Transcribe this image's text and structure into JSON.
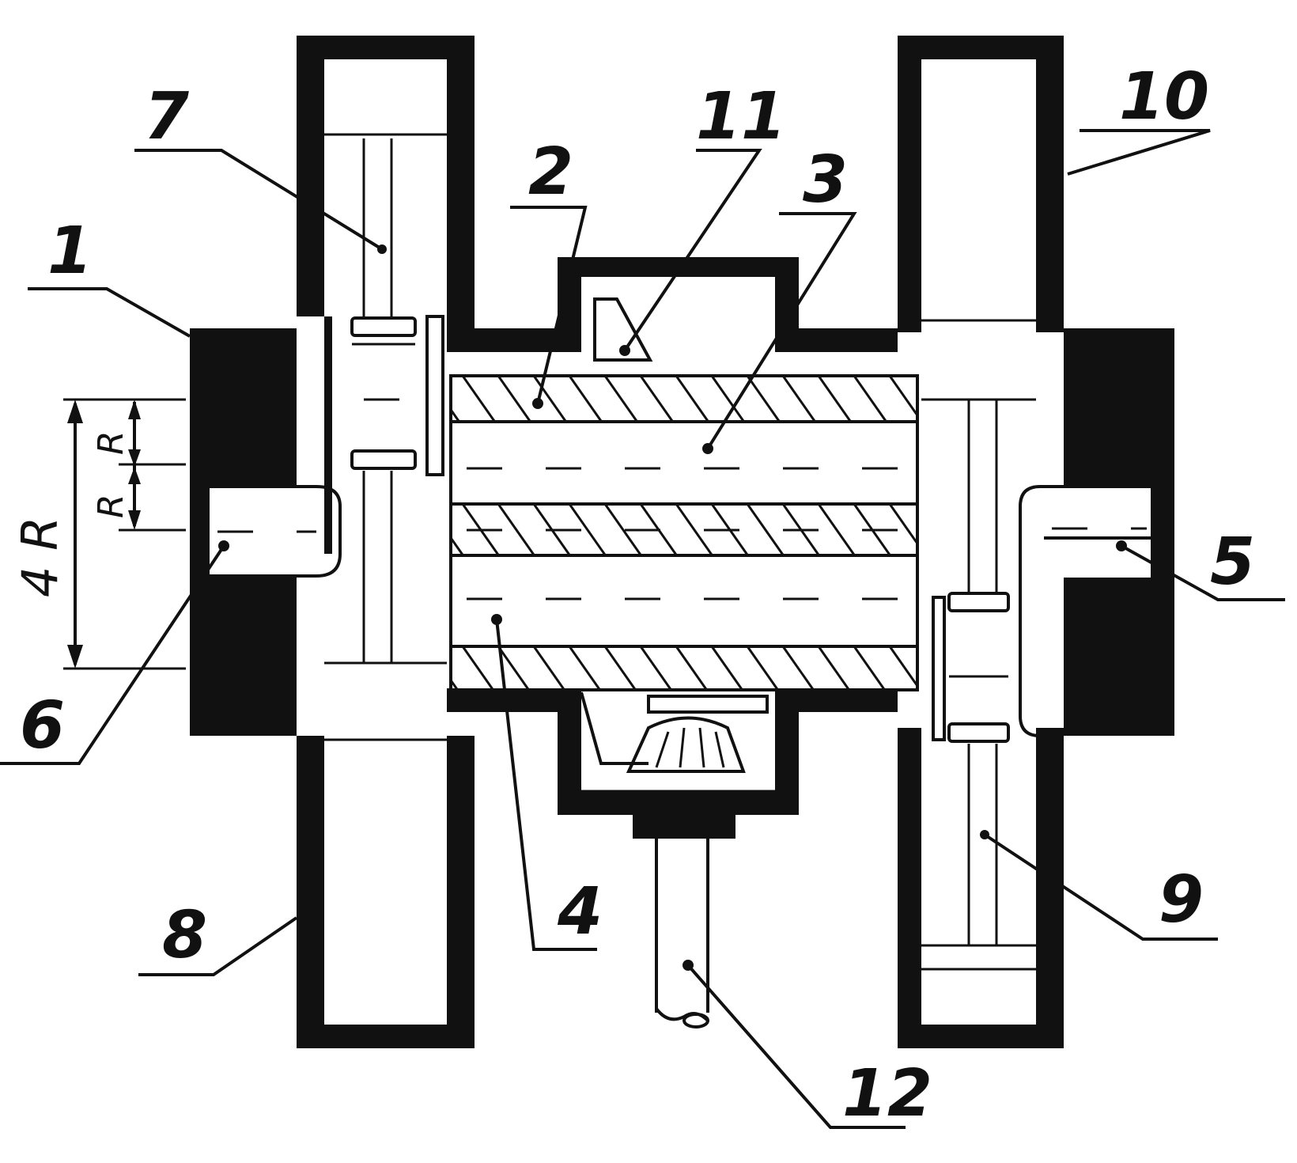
{
  "colors": {
    "ink": "#111111",
    "paper": "#ffffff"
  },
  "labels": {
    "l1": "1",
    "l2": "2",
    "l3": "3",
    "l4": "4",
    "l5": "5",
    "l6": "6",
    "l7": "7",
    "l8": "8",
    "l9": "9",
    "l10": "10",
    "l11": "11",
    "l12": "12"
  },
  "dimensions": {
    "four_r": "4 R",
    "r_upper": "R",
    "r_lower": "R"
  }
}
